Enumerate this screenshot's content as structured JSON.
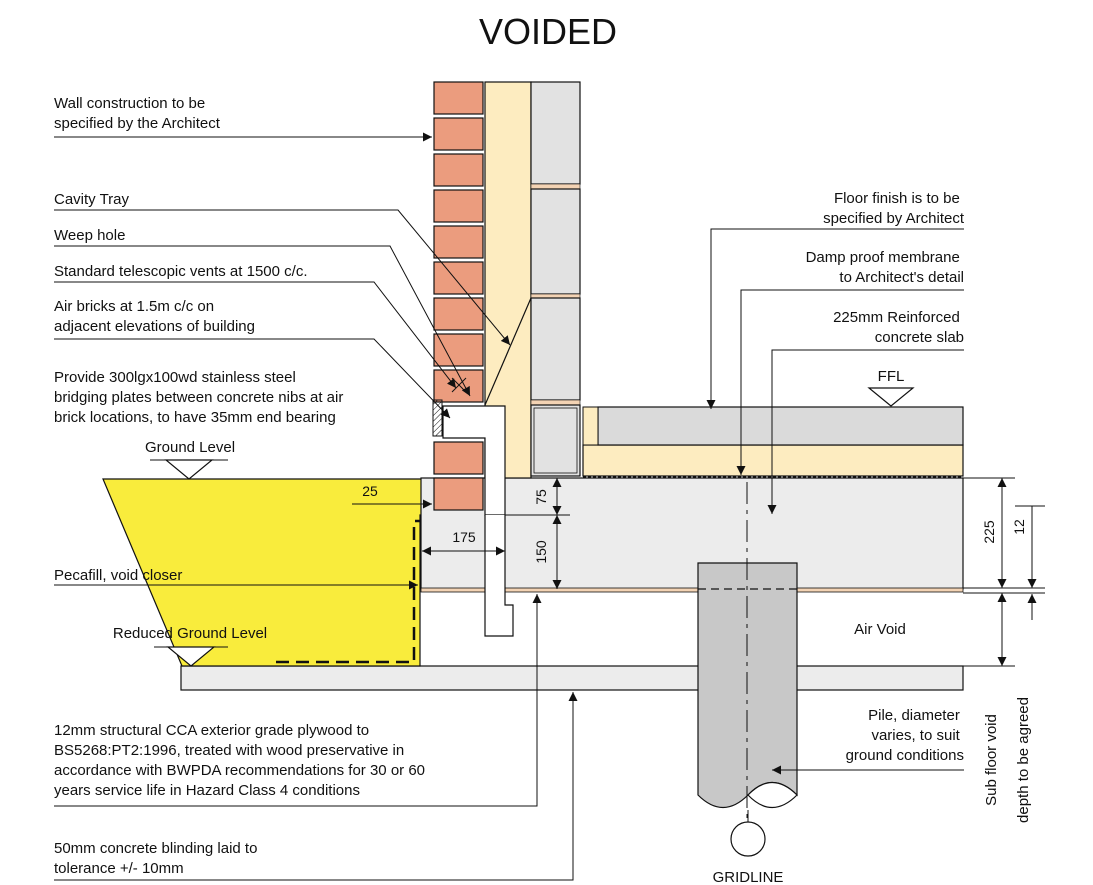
{
  "title": "VOIDED",
  "labels": {
    "wall_construction": [
      "Wall construction to be",
      "specified by the Architect"
    ],
    "cavity_tray": "Cavity Tray",
    "weep_hole": "Weep hole",
    "vents": "Standard telescopic vents at 1500 c/c.",
    "air_bricks": [
      "Air bricks at 1.5m c/c on",
      "adjacent elevations of building"
    ],
    "bridging_plates": [
      "Provide 300lgx100wd stainless steel",
      "bridging plates between concrete nibs at air",
      "brick locations, to have 35mm end bearing"
    ],
    "ground_level": "Ground Level",
    "pecafill": "Pecafill, void closer",
    "reduced_ground_level": "Reduced Ground Level",
    "plywood": [
      "12mm structural CCA exterior grade plywood to",
      "BS5268:PT2:1996, treated with wood preservative in",
      "accordance with BWPDA recommendations for 30 or 60",
      "years service life in Hazard Class 4 conditions"
    ],
    "blinding": [
      "50mm concrete blinding laid to",
      "tolerance +/- 10mm"
    ],
    "floor_finish": [
      "Floor finish is to be",
      "specified by Architect"
    ],
    "dpm": [
      "Damp proof membrane",
      "to Architect's detail"
    ],
    "slab": [
      "225mm Reinforced",
      "concrete slab"
    ],
    "ffl": "FFL",
    "air_void": "Air Void",
    "pile": [
      "Pile, diameter",
      "varies, to suit",
      "ground conditions"
    ],
    "gridline": "GRIDLINE",
    "sub_floor_void": [
      "Sub floor void",
      "depth to be agreed"
    ]
  },
  "dimensions": {
    "d25": "25",
    "d175": "175",
    "d75": "75",
    "d150": "150",
    "d225": "225",
    "d12": "12"
  },
  "colors": {
    "brick": "#eb9c7e",
    "insulation": "#fdecc0",
    "block": "#e2e2e2",
    "slab": "#ececec",
    "finish": "#dadada",
    "pecafill": "#f9ec3c",
    "pile": "#c8c8c8",
    "plywood": "#f3d3b4"
  }
}
